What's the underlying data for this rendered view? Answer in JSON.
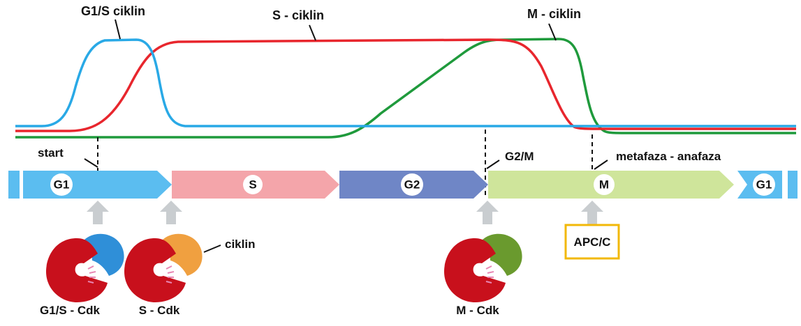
{
  "curves": {
    "g1s_label": "G1/S ciklin",
    "s_label": "S - ciklin",
    "m_label": "M - ciklin",
    "colors": {
      "g1s": "#29a9e6",
      "s": "#e8262d",
      "m": "#1f9a3c"
    }
  },
  "markers": {
    "start": "start",
    "g2m": "G2/M",
    "meta_ana": "metafaza - anafaza"
  },
  "phases": {
    "g1": "G1",
    "s": "S",
    "g2": "G2",
    "m": "M",
    "g1_next": "G1",
    "colors": {
      "g1": "#5bbdf0",
      "s": "#f4a5aa",
      "g2": "#6f86c6",
      "m": "#cfe59b"
    }
  },
  "complexes": {
    "g1s_cdk": "G1/S - Cdk",
    "s_cdk": "S - Cdk",
    "m_cdk": "M - Cdk",
    "cyclin_callout": "ciklin",
    "apc": "APC/C",
    "colors": {
      "cdk": "#c8101c",
      "g1s_cyclin": "#2f8fd8",
      "s_cyclin": "#f0a040",
      "m_cyclin": "#6a9a2e",
      "apc_border": "#f2b807"
    }
  }
}
